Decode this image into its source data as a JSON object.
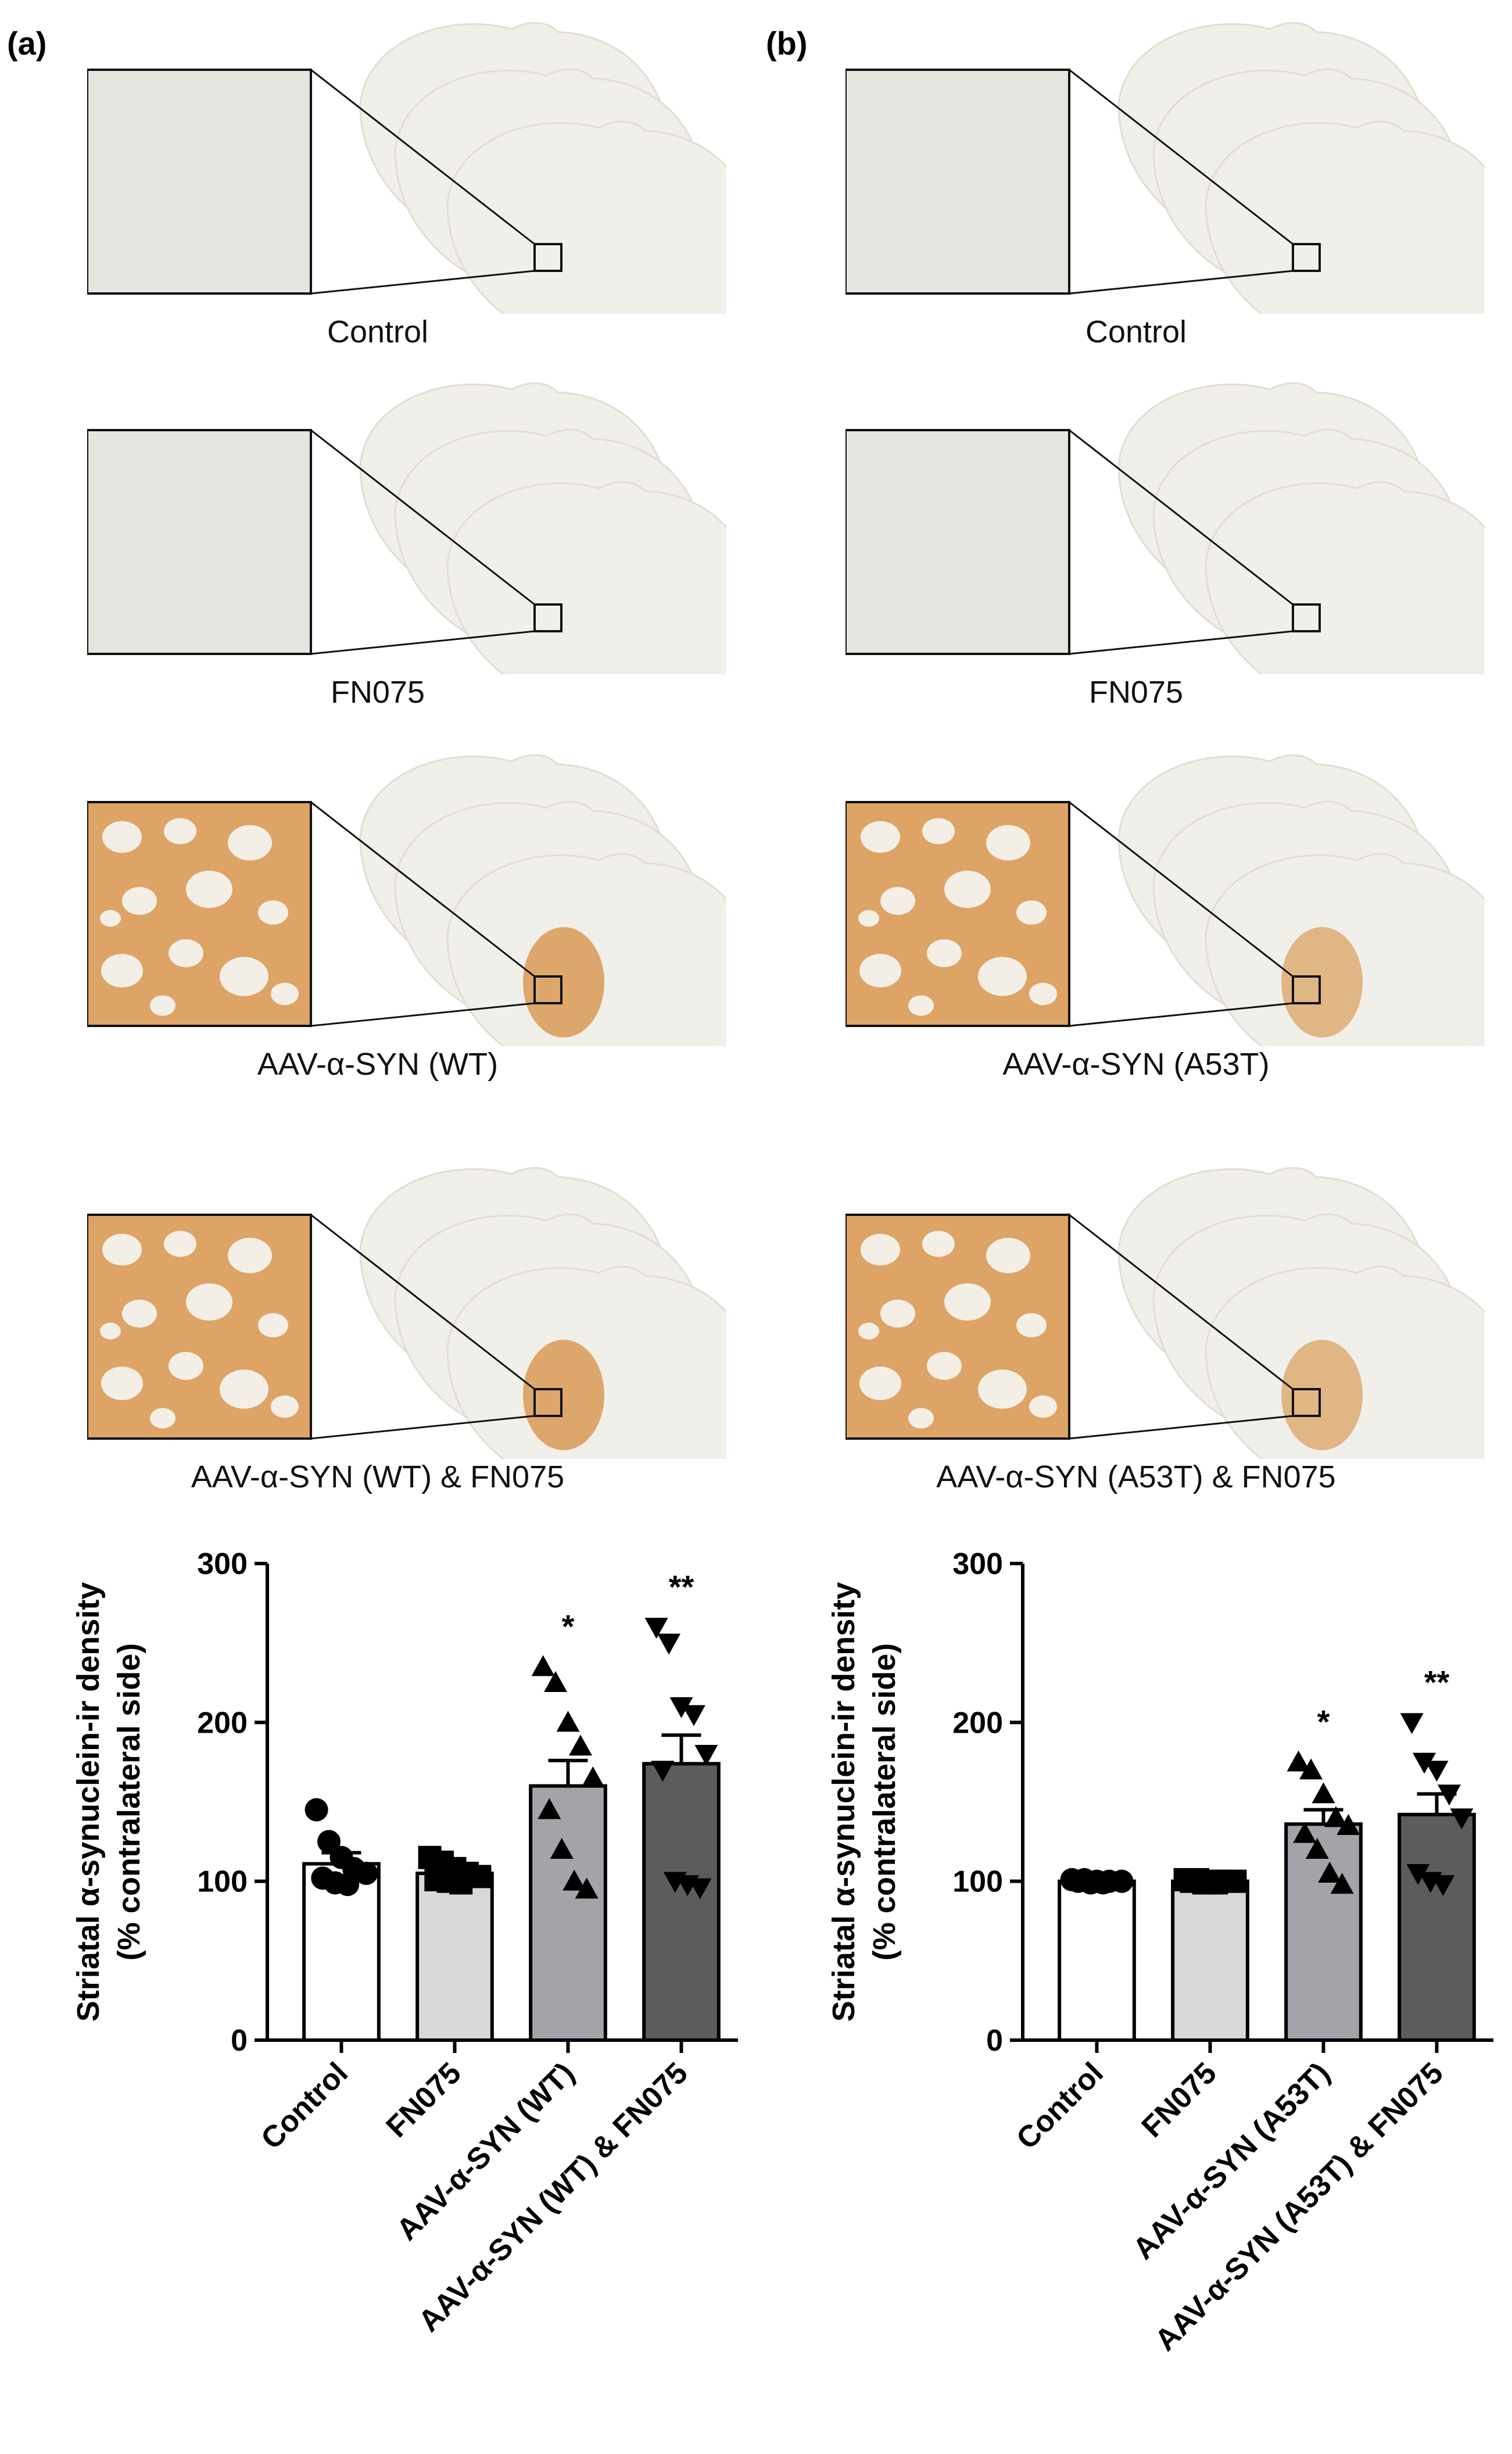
{
  "figure": {
    "panel_a": {
      "letter": "(a)",
      "conditions": [
        {
          "caption": "Control",
          "stain": "none"
        },
        {
          "caption": "FN075",
          "stain": "none"
        },
        {
          "caption": "AAV-α-SYN (WT)",
          "stain": "strong"
        },
        {
          "caption": "AAV-α-SYN (WT) & FN075",
          "stain": "strong"
        }
      ]
    },
    "panel_b": {
      "letter": "(b)",
      "conditions": [
        {
          "caption": "Control",
          "stain": "none"
        },
        {
          "caption": "FN075",
          "stain": "none"
        },
        {
          "caption": "AAV-α-SYN (A53T)",
          "stain": "moderate"
        },
        {
          "caption": "AAV-α-SYN (A53T) & FN075",
          "stain": "moderate"
        }
      ]
    },
    "colors": {
      "stain": "#d99a55",
      "tissue": "#f1efea",
      "bar_control": "#ffffff",
      "bar_fn075": "#d8d8d8",
      "bar_aav": "#a3a3a9",
      "bar_aav_fn075": "#5c5c5c"
    }
  },
  "chart_data": [
    {
      "type": "bar",
      "panel": "a",
      "ylabel_line1": "Striatal α-synuclein-ir density",
      "ylabel_line2": "(% contralateral side)",
      "ylim": [
        0,
        300
      ],
      "yticks": [
        "0",
        "100",
        "200",
        "300"
      ],
      "categories": [
        "Control",
        "FN075",
        "AAV-α-SYN (WT)",
        "AAV-α-SYN (WT) & FN075"
      ],
      "values": [
        111,
        105,
        160,
        174
      ],
      "sem": [
        7,
        4,
        16,
        18
      ],
      "markers": [
        "circle",
        "square",
        "triangle-up",
        "triangle-down"
      ],
      "significance": [
        "",
        "",
        "*",
        "**"
      ],
      "points": [
        [
          145,
          125,
          115,
          108,
          105,
          102,
          99,
          98
        ],
        [
          115,
          112,
          108,
          105,
          103,
          101,
          100,
          99
        ],
        [
          235,
          225,
          200,
          185,
          165,
          145,
          120,
          100,
          95
        ],
        [
          260,
          250,
          210,
          205,
          180,
          170,
          100,
          98,
          96
        ]
      ]
    },
    {
      "type": "bar",
      "panel": "b",
      "ylabel_line1": "Striatal α-synuclein-ir density",
      "ylabel_line2": "(% contralateral side)",
      "ylim": [
        0,
        300
      ],
      "yticks": [
        "0",
        "100",
        "200",
        "300"
      ],
      "categories": [
        "Control",
        "FN075",
        "AAV-α-SYN (A53T)",
        "AAV-α-SYN (A53T) & FN075"
      ],
      "values": [
        100,
        100,
        136,
        142
      ],
      "sem": [
        1,
        1,
        9,
        13
      ],
      "markers": [
        "circle",
        "square",
        "triangle-up",
        "triangle-down"
      ],
      "significance": [
        "",
        "",
        "*",
        "**"
      ],
      "points": [
        [
          101,
          101,
          100,
          100,
          100,
          100,
          99,
          99
        ],
        [
          101,
          101,
          100,
          100,
          100,
          100,
          99,
          99
        ],
        [
          175,
          170,
          155,
          140,
          135,
          130,
          120,
          105,
          98
        ],
        [
          200,
          175,
          170,
          155,
          140,
          105,
          100,
          98
        ]
      ]
    }
  ]
}
